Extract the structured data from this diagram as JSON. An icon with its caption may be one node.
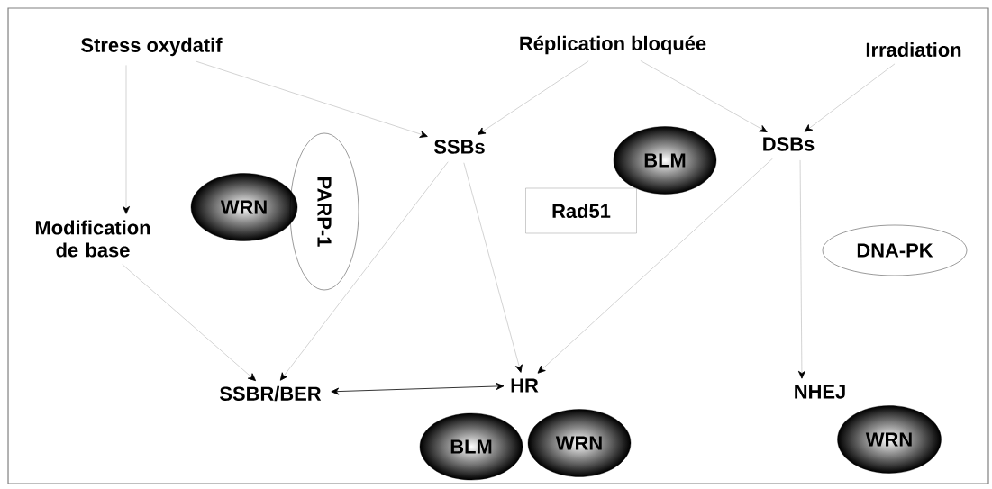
{
  "diagram": {
    "nodes": [
      {
        "text": [
          "Stress oxydatif"
        ]
      },
      {
        "text": [
          "Réplication bloquée"
        ]
      },
      {
        "text": [
          "Irradiation"
        ]
      },
      {
        "text": [
          "SSBs"
        ]
      },
      {
        "text": [
          "DSBs"
        ]
      },
      {
        "text": [
          "BLM"
        ]
      },
      {
        "text": [
          "WRN"
        ]
      },
      {
        "text": [
          "PARP-1"
        ]
      },
      {
        "text": [
          "Modification de base"
        ]
      },
      {
        "text": [
          "Rad51"
        ]
      },
      {
        "text": [
          "DNA-PK"
        ]
      },
      {
        "text": [
          "SSBR/BER"
        ]
      },
      {
        "text": [
          "HR"
        ]
      },
      {
        "text": [
          "NHEJ"
        ]
      },
      {
        "text": [
          "BLM"
        ]
      },
      {
        "text": [
          "WRN"
        ]
      },
      {
        "text": [
          "WRN"
        ]
      }
    ],
    "edges": [
      {
        "from": 0,
        "to": 8,
        "arrow": "to"
      },
      {
        "from": 0,
        "to": 3,
        "arrow": "to"
      },
      {
        "from": 1,
        "to": 3,
        "arrow": "to"
      },
      {
        "from": 1,
        "to": 4,
        "arrow": "to"
      },
      {
        "from": 2,
        "to": 4,
        "arrow": "to"
      },
      {
        "from": 8,
        "to": 11,
        "arrow": "to"
      },
      {
        "from": 3,
        "to": 11,
        "arrow": "to"
      },
      {
        "from": 3,
        "to": 12,
        "arrow": "to"
      },
      {
        "from": 4,
        "to": 12,
        "arrow": "to"
      },
      {
        "from": 4,
        "to": 13,
        "arrow": "to"
      },
      {
        "from": 11,
        "to": 12,
        "arrow": "both",
        "color": "#000000"
      }
    ]
  }
}
